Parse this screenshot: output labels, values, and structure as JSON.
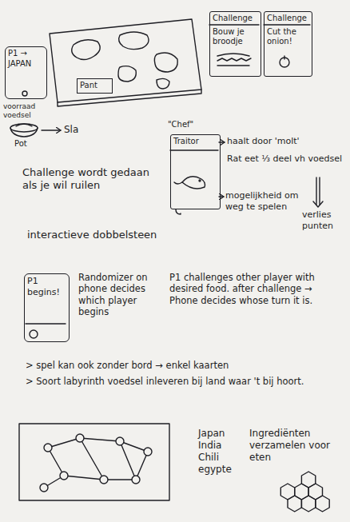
{
  "diagram": {
    "nodes": [
      {
        "text": [
          "P1 → JAPAN"
        ]
      },
      {
        "text": [
          "Pant"
        ]
      },
      {
        "text": [
          "Challenge",
          "Bouw je broodje"
        ]
      },
      {
        "text": [
          "Challenge",
          "Cut the onion!"
        ]
      },
      {
        "text": [
          "Traitor"
        ]
      },
      {
        "text": [
          "P1 begins!"
        ]
      }
    ],
    "labels": [
      "voorraad voedsel",
      "Pot",
      "Sla",
      "\"Chef\"",
      "haalt door 'molt'",
      "Rat eet ⅓ deel vh voedsel",
      "mogelijkheid om weg te spelen",
      "verlies punten",
      "Challenge wordt gedaan als je wil ruilen",
      "interactieve dobbelsteen",
      "Randomizer on phone decides which player begins",
      "P1 challenges other player with desired food. after challenge → Phone decides whose turn it is.",
      "> spel kan ook zonder bord → enkel kaarten",
      "> Soort labyrinth voedsel inleveren bij land waar 't bij hoort.",
      "Japan India Chili egypte",
      "Ingrediënten verzamelen voor eten"
    ]
  }
}
